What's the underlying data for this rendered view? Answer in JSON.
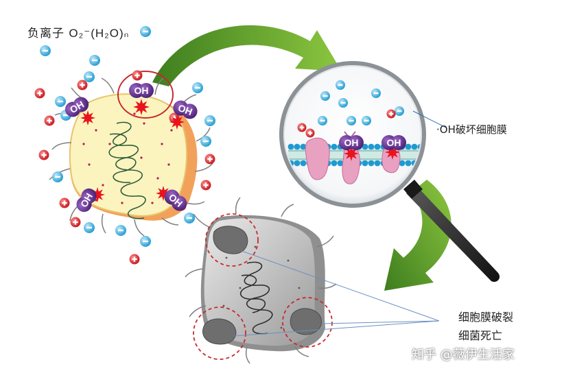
{
  "labels": {
    "anion": "负离子",
    "formula": "O₂⁻(H₂O)ₙ",
    "oh_damage": "·OH破坏细胞膜",
    "membrane_rupture": "细胞膜破裂",
    "bacteria_death": "细菌死亡",
    "oh": "OH"
  },
  "watermark": "知乎 @薇伊生活家",
  "colors": {
    "negative_ion": "#29a9dc",
    "positive_ion": "#d8242b",
    "oh_radical": "#5b2c86",
    "bacterium_fill": "#fbf4bf",
    "bacterium_edge": "#f0a35a",
    "arrow_green": "#6aac3a",
    "dead_cell": "#c8c8c8",
    "ring_red": "#c8282d"
  }
}
